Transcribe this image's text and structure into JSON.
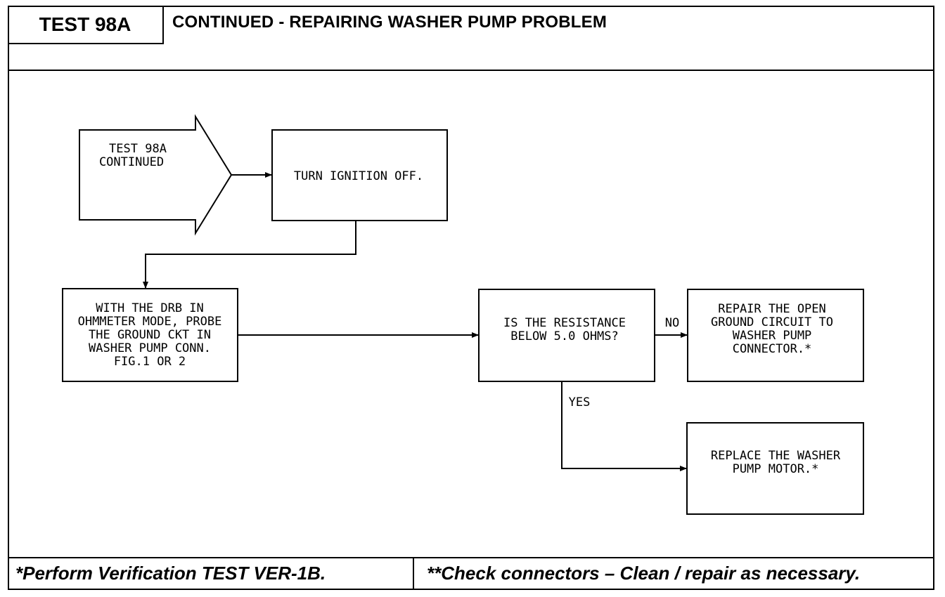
{
  "header": {
    "test_label": "TEST 98A",
    "title": "CONTINUED - REPAIRING WASHER PUMP PROBLEM"
  },
  "flowchart": {
    "start": {
      "lines": [
        "TEST 98A",
        "CONTINUED"
      ]
    },
    "step1": {
      "lines": [
        "TURN IGNITION OFF."
      ]
    },
    "step2": {
      "lines": [
        "WITH THE DRB IN",
        "OHMMETER MODE, PROBE",
        "THE GROUND CKT IN",
        "WASHER PUMP CONN.",
        "FIG.1 OR 2"
      ]
    },
    "decision": {
      "lines": [
        "IS THE RESISTANCE",
        "BELOW 5.0 OHMS?"
      ]
    },
    "no_label": "NO",
    "yes_label": "YES",
    "no_result": {
      "lines": [
        "REPAIR THE OPEN",
        "GROUND CIRCUIT TO",
        "WASHER PUMP",
        "CONNECTOR.*"
      ]
    },
    "yes_result": {
      "lines": [
        "REPLACE THE WASHER",
        "PUMP MOTOR.*"
      ]
    }
  },
  "footer": {
    "left_note": "*Perform Verification TEST VER-1B.",
    "right_note": "**Check connectors – Clean / repair as necessary."
  }
}
